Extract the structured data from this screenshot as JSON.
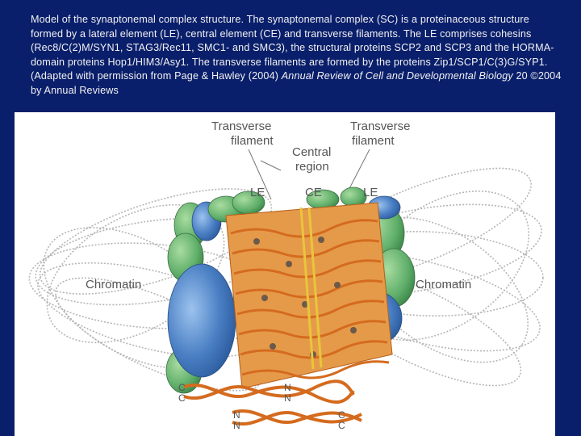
{
  "caption": {
    "p1": "Model of the synaptonemal complex structure. The synaptonemal complex (SC) is a proteinaceous structure formed by a lateral element (LE), central element (CE) and transverse filaments. The LE comprises cohesins (Rec8/C(2)M/SYN1, STAG3/Rec11, SMC1-    and SMC3), the structural proteins SCP2 and SCP3 and the HORMA-domain proteins Hop1/HIM3/Asy1. The transverse filaments are formed by the proteins Zip1/SCP1/C(3)G/SYP1. (Adapted with permission from Page & Hawley (2004) ",
    "journal": "Annual Review of Cell and Developmental Biology",
    "p2": " 20 ©2004 by Annual Reviews"
  },
  "diagram": {
    "transverse_left_1": "Transverse",
    "transverse_left_2": "filament",
    "transverse_right_1": "Transverse",
    "transverse_right_2": "filament",
    "central_1": "Central",
    "central_2": "region",
    "le_left": "LE",
    "ce": "CE",
    "le_right": "LE",
    "chromatin_left": "Chromatin",
    "chromatin_right": "Chromatin",
    "n": "N",
    "c": "C"
  },
  "colors": {
    "background": "#0a1f6b",
    "lateral_blue": "#4a7fc4",
    "cohesin_green": "#5fae6a",
    "filament_orange": "#e07a22",
    "central_yellow": "#e8c63a"
  }
}
